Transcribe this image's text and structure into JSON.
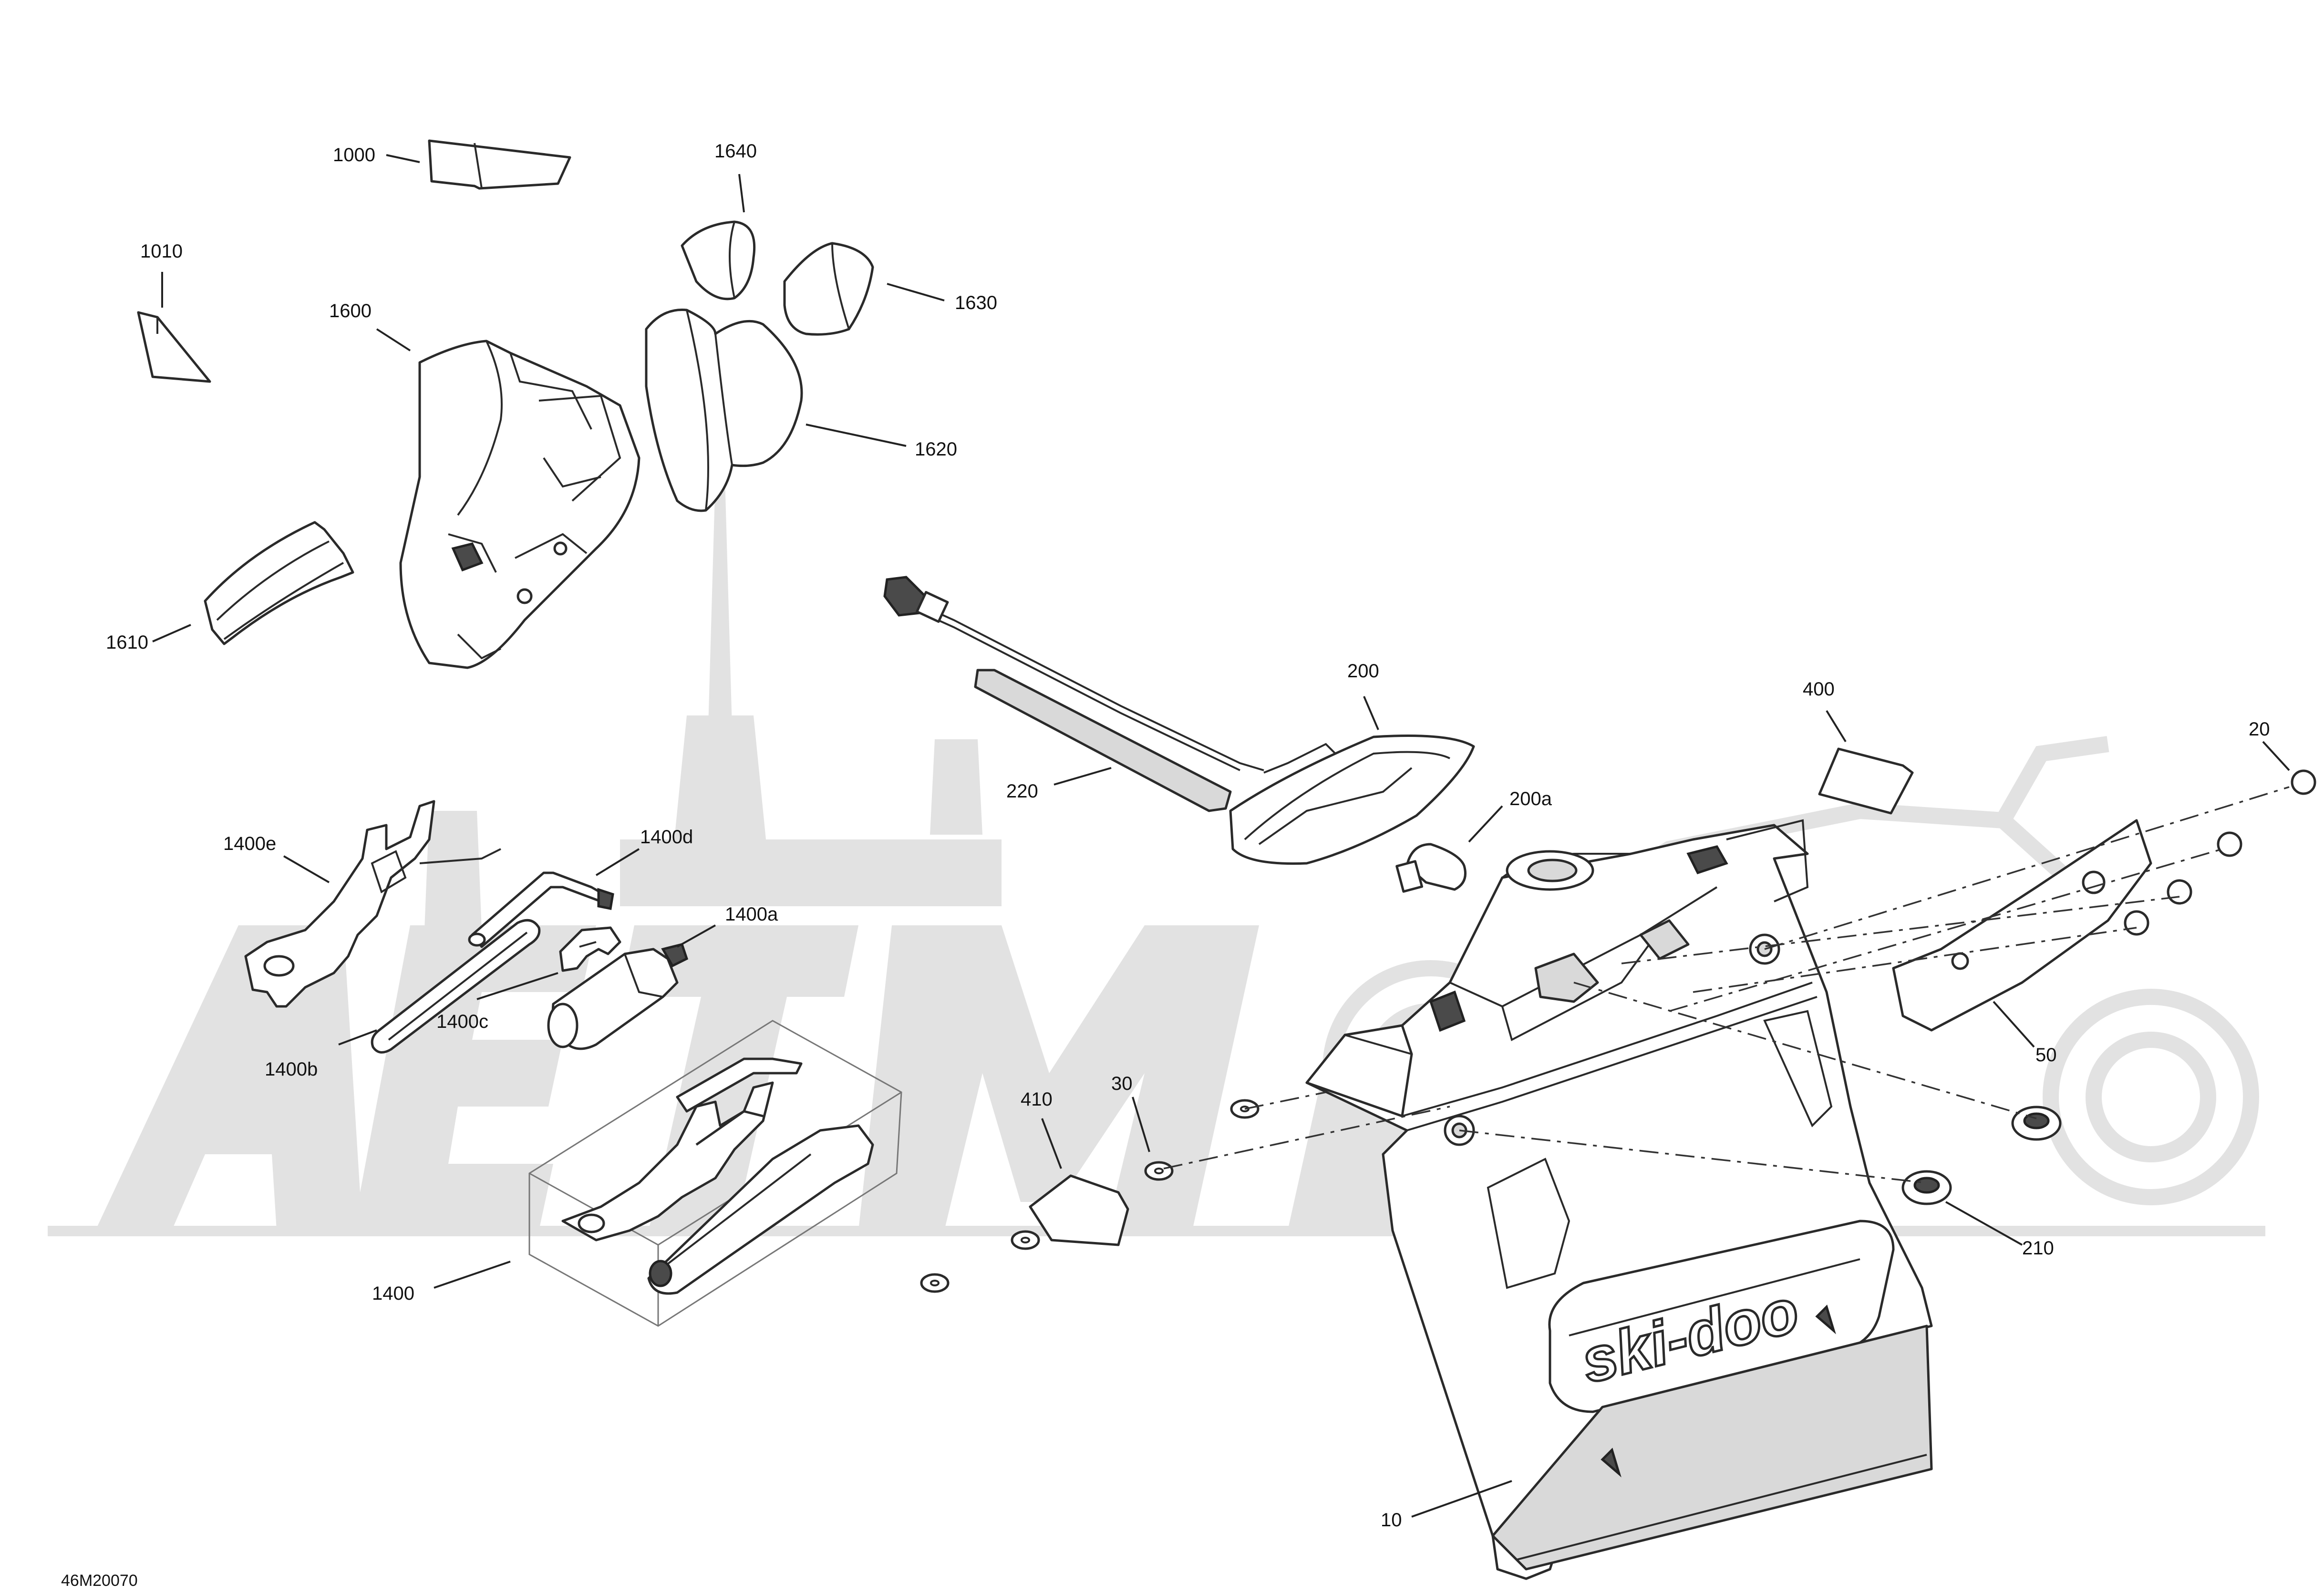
{
  "diagram_ref": "46M20070",
  "callouts": [
    {
      "id": "1000",
      "label": "1000"
    },
    {
      "id": "1010",
      "label": "1010"
    },
    {
      "id": "1600",
      "label": "1600"
    },
    {
      "id": "1610",
      "label": "1610"
    },
    {
      "id": "1640",
      "label": "1640"
    },
    {
      "id": "1630",
      "label": "1630"
    },
    {
      "id": "1620",
      "label": "1620"
    },
    {
      "id": "200",
      "label": "200"
    },
    {
      "id": "220",
      "label": "220"
    },
    {
      "id": "200a",
      "label": "200a"
    },
    {
      "id": "400",
      "label": "400"
    },
    {
      "id": "20",
      "label": "20"
    },
    {
      "id": "50",
      "label": "50"
    },
    {
      "id": "210",
      "label": "210"
    },
    {
      "id": "10",
      "label": "10"
    },
    {
      "id": "30",
      "label": "30"
    },
    {
      "id": "410",
      "label": "410"
    },
    {
      "id": "1400e",
      "label": "1400e"
    },
    {
      "id": "1400d",
      "label": "1400d"
    },
    {
      "id": "1400a",
      "label": "1400a"
    },
    {
      "id": "1400c",
      "label": "1400c"
    },
    {
      "id": "1400b",
      "label": "1400b"
    },
    {
      "id": "1400",
      "label": "1400"
    }
  ],
  "brand_mark": "ski-doo"
}
